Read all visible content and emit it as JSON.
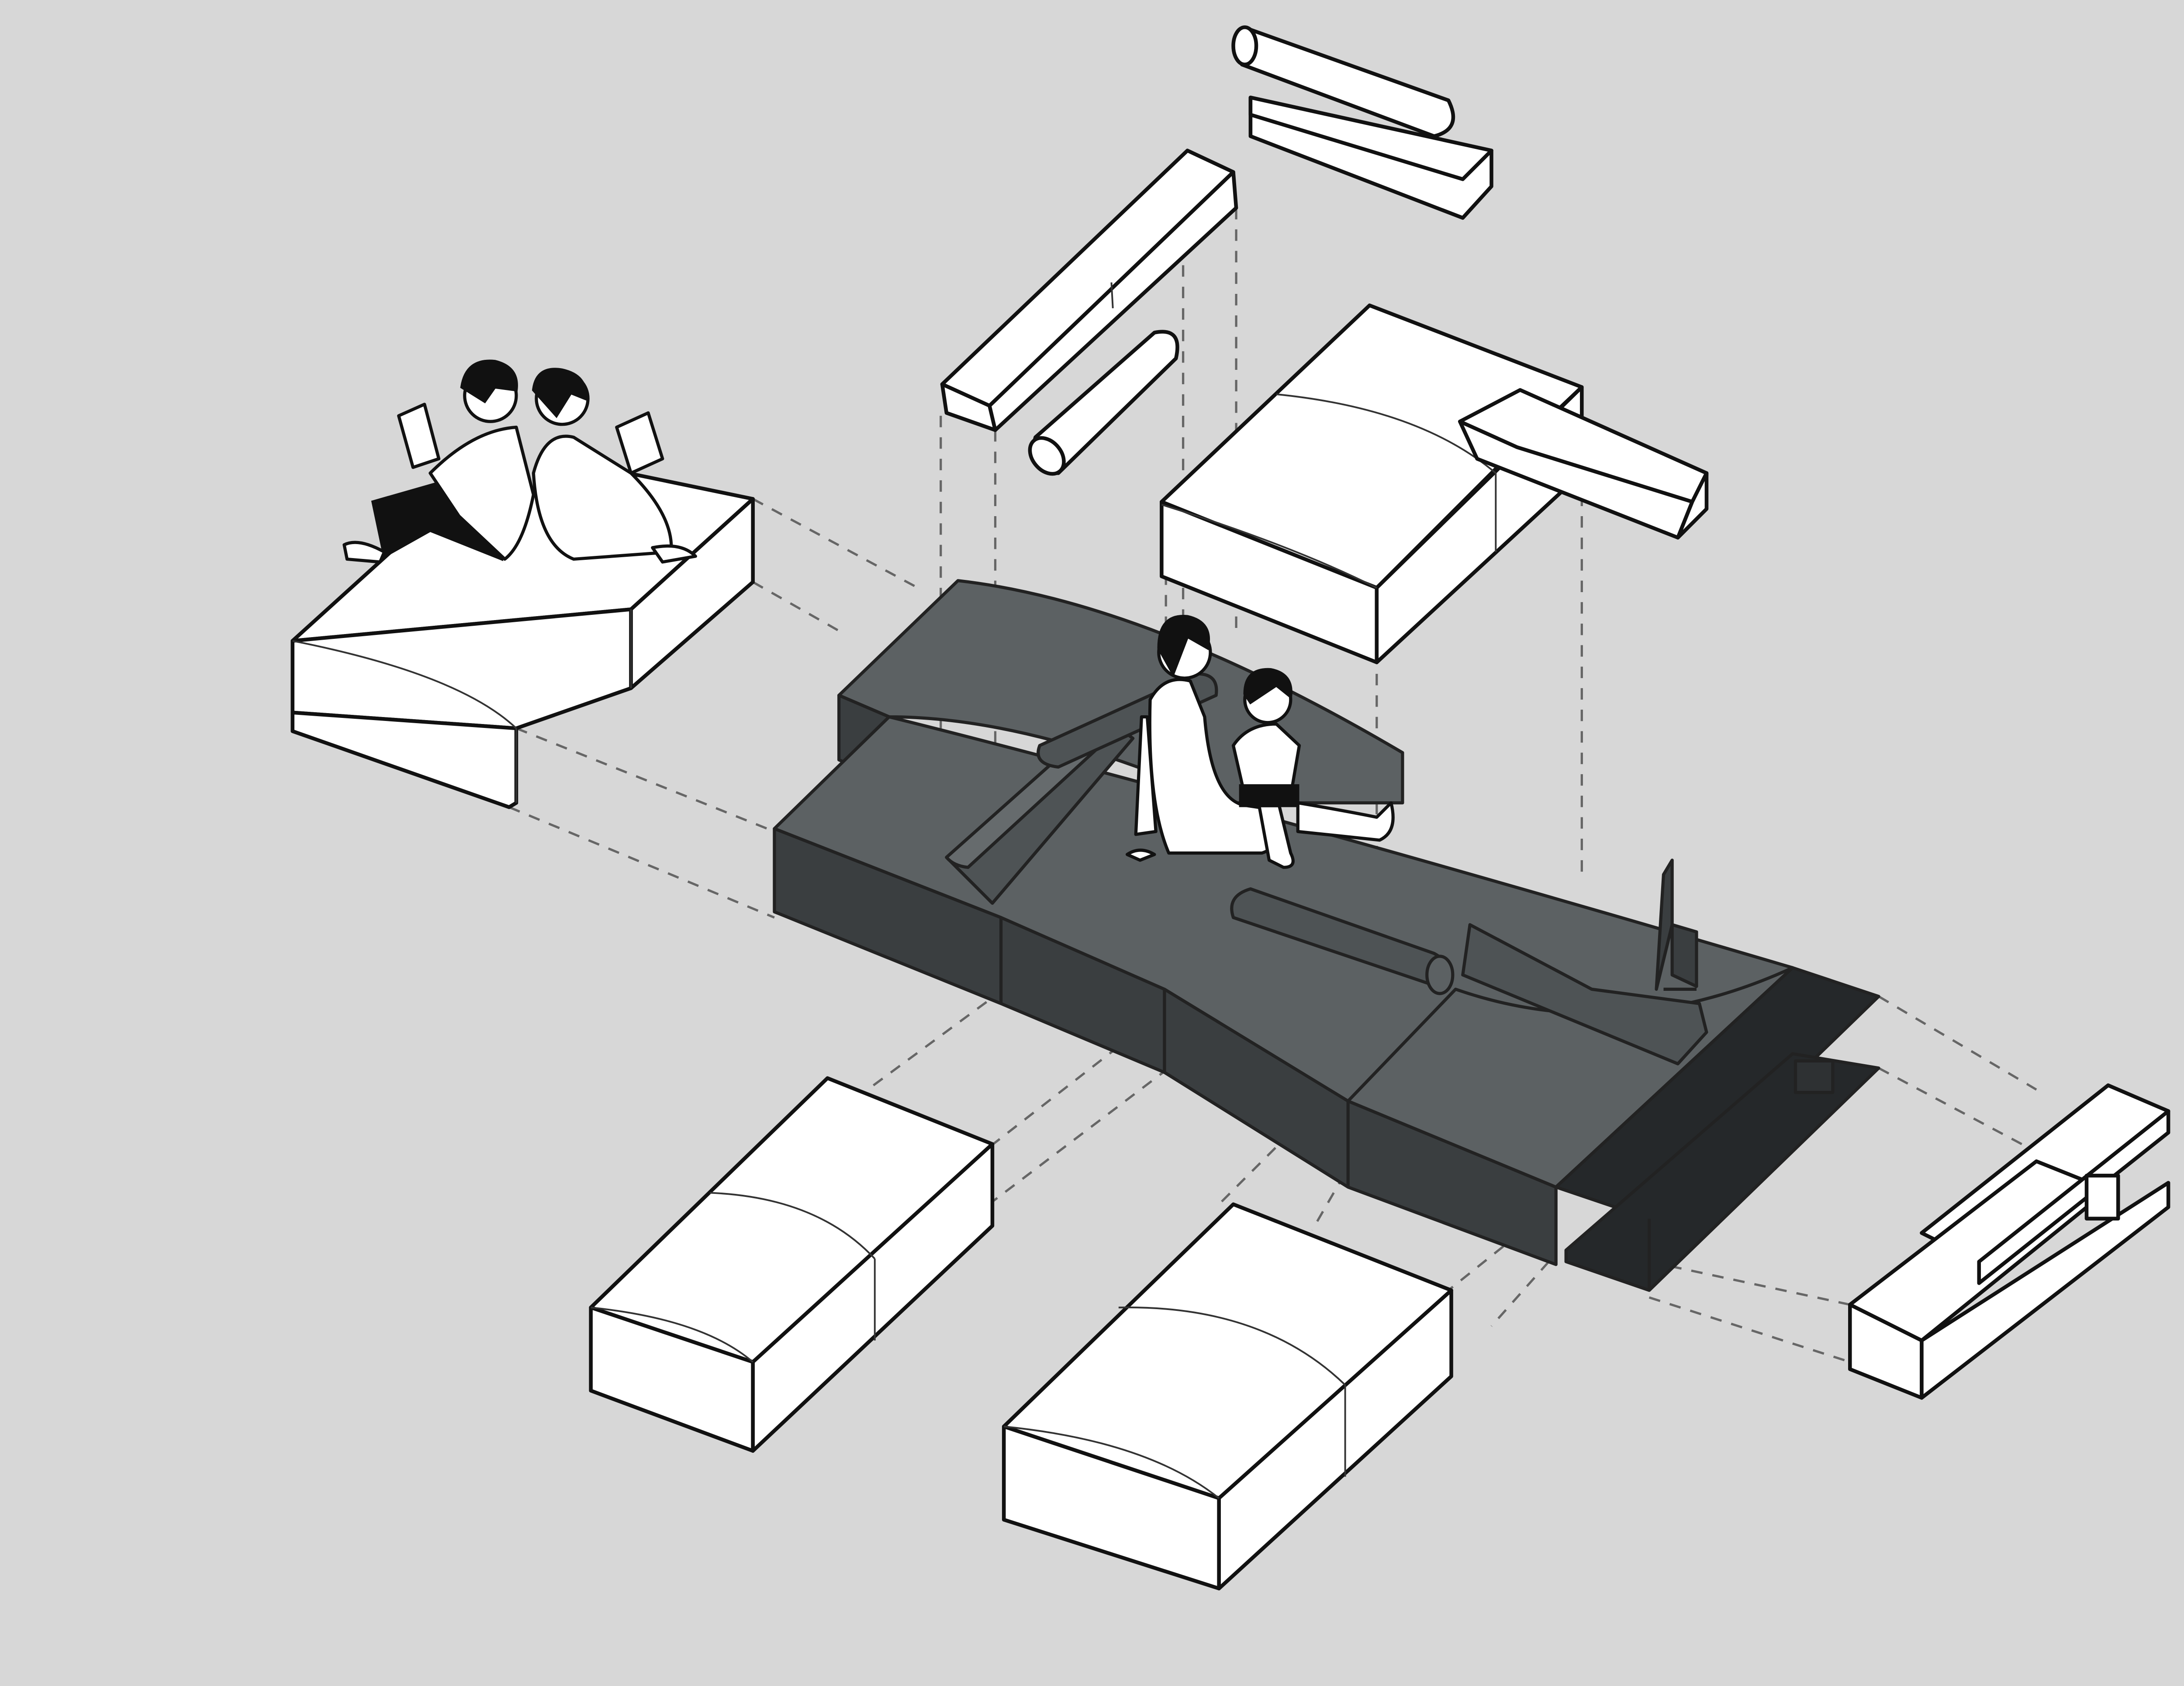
{
  "colors": {
    "background": "#d7d7d7",
    "module_fill": "#ffffff",
    "outline": "#111111",
    "assembled_top": "#5c6163",
    "assembled_side": "#3a3e40",
    "assembled_dark": "#25282a",
    "guide_line": "#666666"
  },
  "components": [
    {
      "name": "sofa-module-upper-left"
    },
    {
      "name": "sofa-module-lower-left"
    },
    {
      "name": "sofa-module-lower-center"
    },
    {
      "name": "backrest-module-upper-right"
    },
    {
      "name": "armrest-cushion-long"
    },
    {
      "name": "bolster-roll-pair"
    },
    {
      "name": "round-bolster"
    },
    {
      "name": "armrest-cushion-right"
    },
    {
      "name": "side-table-shelf"
    },
    {
      "name": "assembled-sofa"
    }
  ],
  "figures": [
    {
      "name": "reading-couple"
    },
    {
      "name": "seated-woman"
    },
    {
      "name": "seated-child"
    }
  ]
}
